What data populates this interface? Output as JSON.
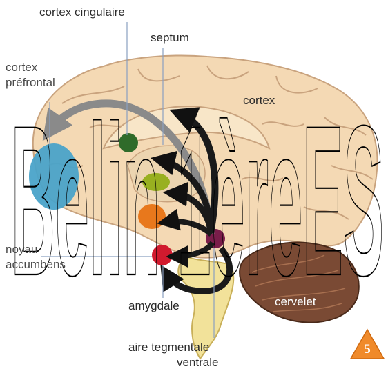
{
  "labels": {
    "cortex_cingulaire": "cortex cingulaire",
    "septum": "septum",
    "cortex_prefrontal_line1": "cortex",
    "cortex_prefrontal_line2": "préfrontal",
    "cortex": "cortex",
    "noyau_line1": "noyau",
    "noyau_line2": "accumbens",
    "amygdale": "amygdale",
    "cervelet": "cervelet",
    "aire_line1": "aire tegmentale",
    "aire_line2": "ventrale"
  },
  "watermark": "Belin 1èreES",
  "badge": "5",
  "colors": {
    "brain": "#f4d9b4",
    "brain_fold": "#c9a37e",
    "prefrontal": "#4aa3c9",
    "septum": "#2f6b2a",
    "yellow_green": "#98b020",
    "orange": "#e8781c",
    "amygdala": "#d11a2e",
    "tegmental": "#7a1d4a",
    "brainstem": "#f2e29a",
    "cerebellum": "#7a4a34",
    "badge": "#f08a2a"
  }
}
